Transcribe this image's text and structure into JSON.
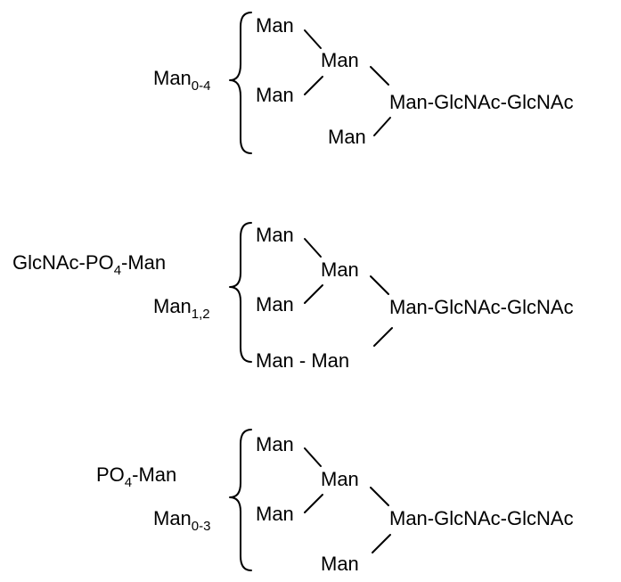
{
  "structures": [
    {
      "prefix": {
        "lines": [
          {
            "main": "Man",
            "sub": "0-4"
          }
        ]
      },
      "arm_upper": {
        "outer": "Man",
        "inner": "Man",
        "branch": "Man"
      },
      "arm_lower": {
        "residue": "Man"
      },
      "core": "Man-GlcNAc-GlcNAc"
    },
    {
      "prefix": {
        "lines": [
          {
            "main": "GlcNAc-PO",
            "sub": "4",
            "tail": "-Man"
          },
          {
            "main": "Man",
            "sub": "1,2"
          }
        ]
      },
      "arm_upper": {
        "outer": "Man",
        "inner": "Man",
        "branch": "Man"
      },
      "arm_lower": {
        "residue": "Man - Man"
      },
      "core": "Man-GlcNAc-GlcNAc"
    },
    {
      "prefix": {
        "lines": [
          {
            "main": "PO",
            "sub": "4",
            "tail": "-Man"
          },
          {
            "main": "Man",
            "sub": "0-3"
          }
        ]
      },
      "arm_upper": {
        "outer": "Man",
        "inner": "Man",
        "branch": "Man"
      },
      "arm_lower": {
        "residue": "Man"
      },
      "core": "Man-GlcNAc-GlcNAc"
    }
  ]
}
